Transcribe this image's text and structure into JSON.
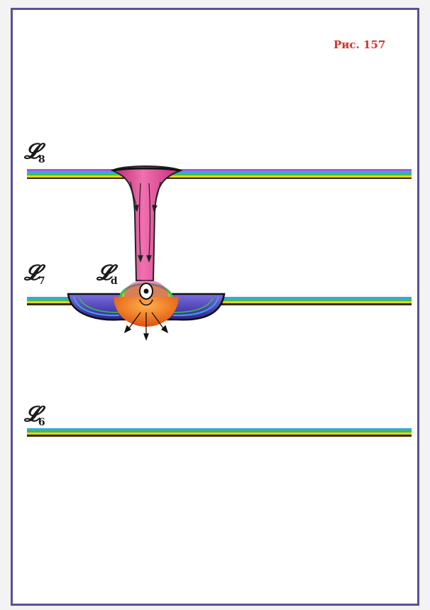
{
  "figure": {
    "label": "Рис. 157"
  },
  "levels": {
    "l8": {
      "letter": "𝓛",
      "sub": "8"
    },
    "l7": {
      "letter": "𝓛",
      "sub": "7"
    },
    "ld": {
      "letter": "𝓛",
      "sub": "d"
    },
    "l6": {
      "letter": "𝓛",
      "sub": "6"
    }
  },
  "colors": {
    "frame": "#5a4f9a",
    "label_red": "#d8342a",
    "stripe_purple": "#a35bd6",
    "stripe_blue": "#3aa6e0",
    "stripe_green": "#3fbf4a",
    "stripe_yellow": "#e8d21a",
    "stripe_dark": "#3a2a10",
    "funnel_pink": "#e0408f",
    "bowl_blue": "#4d3fb8",
    "core_orange": "#f06a1a"
  }
}
